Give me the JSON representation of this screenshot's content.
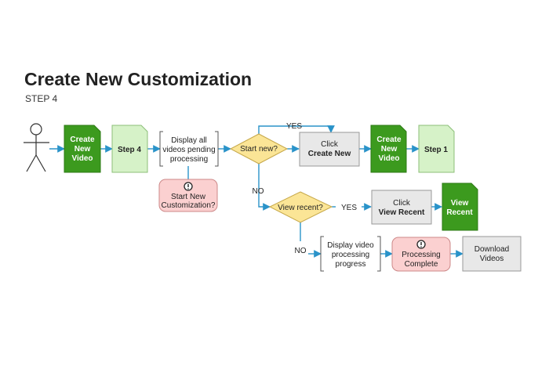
{
  "title": "Create New Customization",
  "subtitle": "STEP 4",
  "nodes": {
    "create_video_1": [
      "Create",
      "New",
      "Video"
    ],
    "step4": "Step 4",
    "display_pending": [
      "Display all",
      "videos pending",
      "processing"
    ],
    "start_new_custom": [
      "Start New",
      "Customization?"
    ],
    "start_new_q": "Start new?",
    "click_create": [
      "Click",
      "Create New"
    ],
    "create_video_2": [
      "Create",
      "New",
      "Video"
    ],
    "step1": "Step 1",
    "view_recent_q": "View recent?",
    "click_view": [
      "Click",
      "View Recent"
    ],
    "view_recent": [
      "View",
      "Recent"
    ],
    "display_progress": [
      "Display video",
      "processing",
      "progress"
    ],
    "processing_complete": [
      "Processing",
      "Complete"
    ],
    "download": [
      "Download",
      "Videos"
    ]
  },
  "labels": {
    "yes_top": "YES",
    "no_1": "NO",
    "yes_2": "YES",
    "no_2": "NO"
  },
  "colors": {
    "connector": "#2a93c9",
    "dark_green": "#3c9a1e",
    "light_green": "#d6f2c8",
    "diamond": "#fbe596",
    "pink": "#fbd0d0",
    "gray_box": "#e8e8e8"
  }
}
